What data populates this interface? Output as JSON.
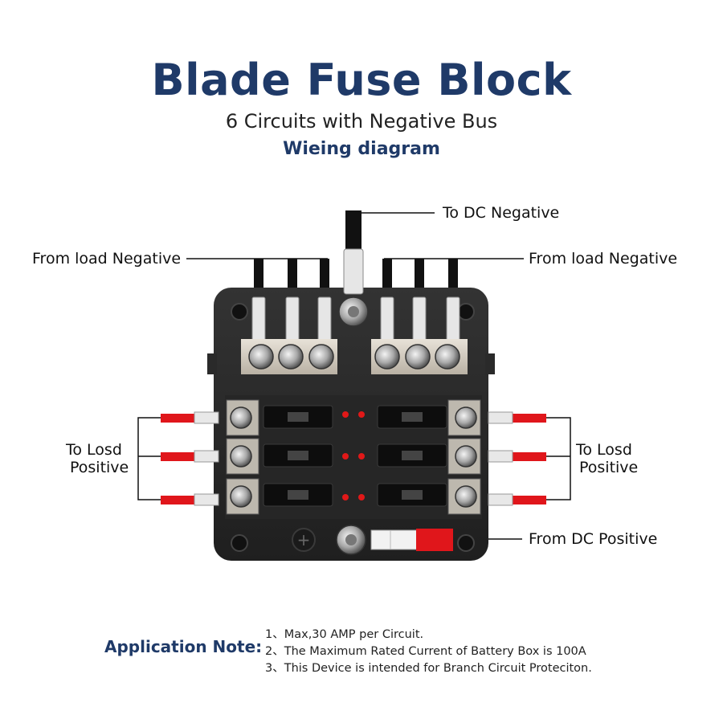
{
  "header": {
    "title": "Blade Fuse Block",
    "subtitle": "6 Circuits with Negative Bus",
    "subtitle2": "Wieing diagram"
  },
  "labels": {
    "to_dc_negative": "To DC Negative",
    "from_load_negative_left": "From load Negative",
    "from_load_negative_right": "From load Negative",
    "to_load_positive_left_1": "To Losd",
    "to_load_positive_left_2": "Positive",
    "to_load_positive_right_1": "To Losd",
    "to_load_positive_right_2": "Positive",
    "from_dc_positive": "From DC Positive"
  },
  "notes": {
    "heading": "Application Note:",
    "items": [
      "1、Max,30 AMP per Circuit.",
      "2、The Maximum Rated Current of Battery Box is 100A",
      "3、This Device is intended for Branch Circuit Proteciton."
    ]
  },
  "colors": {
    "title": "#1f3a68",
    "wire_red": "#e0161b",
    "wire_black": "#111111",
    "block_body": "#2b2b2b",
    "led": "#e11818"
  }
}
